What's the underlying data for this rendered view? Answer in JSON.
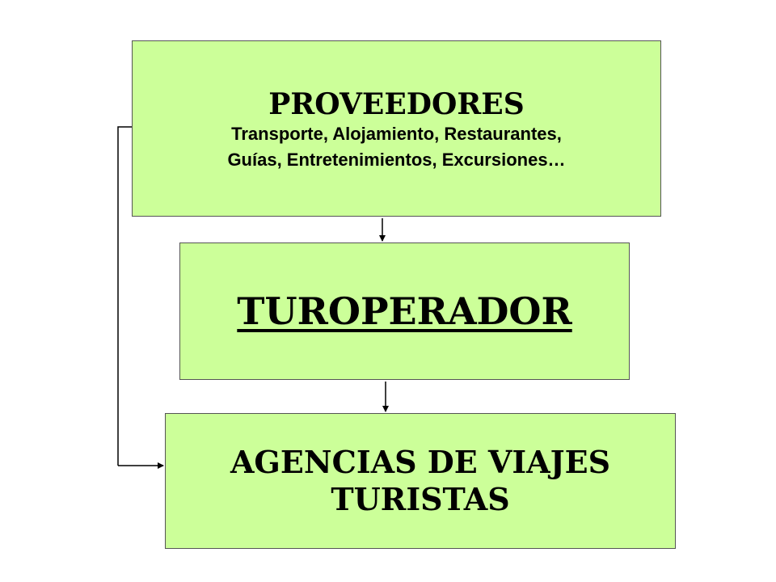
{
  "providers": {
    "title": "PROVEEDORES",
    "line1": "Transporte, Alojamiento, Restaurantes,",
    "line2": "Guías, Entretenimientos, Excursiones…"
  },
  "operator": {
    "title": "TUROPERADOR"
  },
  "agencies": {
    "line1": "AGENCIAS DE VIAJES",
    "line2": "TURISTAS"
  },
  "colors": {
    "box_fill": "#ccff99",
    "box_border": "#555555",
    "connector": "#000000"
  }
}
